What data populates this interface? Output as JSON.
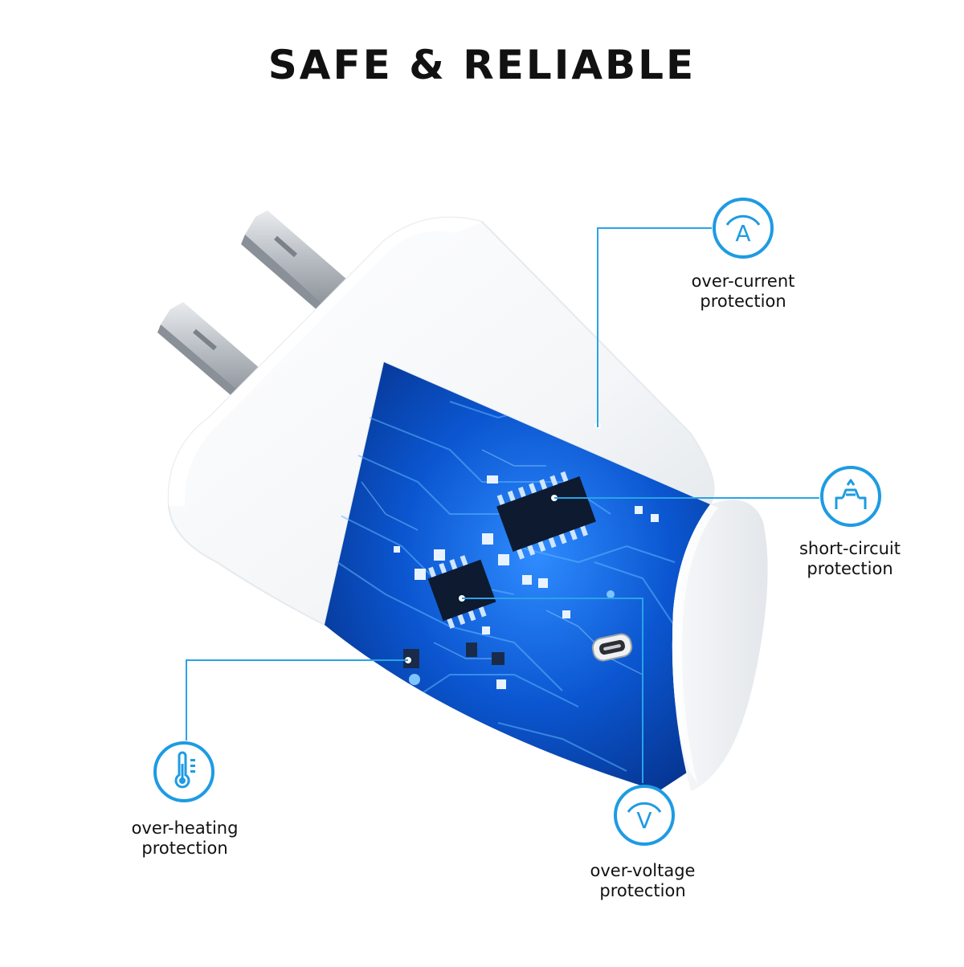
{
  "headline": "SAFE & RELIABLE",
  "colors": {
    "accent": "#1e9be3",
    "circuit_board": "#0a4fc0",
    "charger_body": "#ffffff",
    "text": "#111111"
  },
  "features": {
    "over_current": {
      "icon": "ammeter-a-icon",
      "line1": "over-current",
      "line2": "protection"
    },
    "short_circuit": {
      "icon": "short-circuit-icon",
      "line1": "short-circuit",
      "line2": "protection"
    },
    "over_heating": {
      "icon": "thermometer-icon",
      "line1": "over-heating",
      "line2": "protection"
    },
    "over_voltage": {
      "icon": "voltmeter-v-icon",
      "line1": "over-voltage",
      "line2": "protection"
    }
  }
}
